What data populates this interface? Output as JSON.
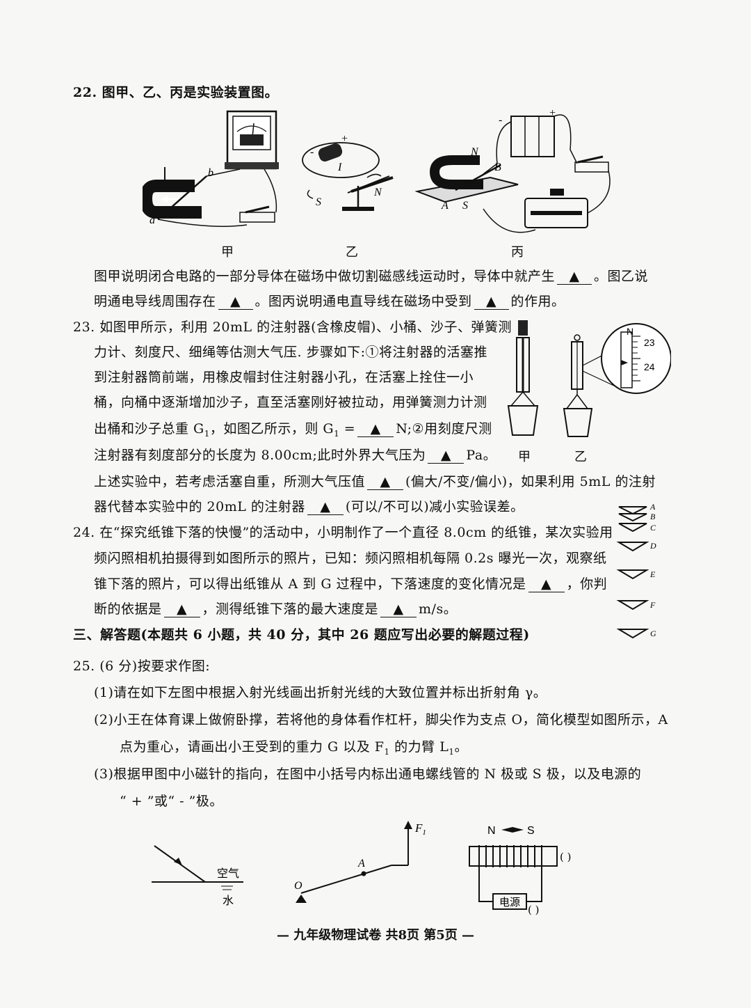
{
  "q22": {
    "title": "22. 图甲、乙、丙是实验装置图。",
    "captions": [
      "甲",
      "乙",
      "丙"
    ],
    "fig_labels": {
      "jia_b": "b",
      "jia_a": "a",
      "yi_plus": "+",
      "yi_minus": "-",
      "yi_I": "I",
      "yi_S": "S",
      "yi_N": "N",
      "bing_N": "N",
      "bing_B": "B",
      "bing_A": "A",
      "bing_S": "S",
      "bing_plus": "+",
      "bing_minus": "-"
    },
    "line1_a": "图甲说明闭合电路的一部分导体在磁场中做切割磁感线运动时，导体中就产生",
    "line1_b": "。图乙说",
    "line2_a": "明通电导线周围存在",
    "line2_b": "。图丙说明通电直导线在磁场中受到",
    "line2_c": "的作用。",
    "blank": "▲"
  },
  "q23": {
    "l1": "23. 如图甲所示，利用 20mL 的注射器(含橡皮帽)、小桶、沙子、弹簧测",
    "l2": "力计、刻度尺、细绳等估测大气压. 步骤如下:①将注射器的活塞推",
    "l3": "到注射器筒前端，用橡皮帽封住注射器小孔，在活塞上拴住一小",
    "l4": "桶，向桶中逐渐增加沙子，直至活塞刚好被拉动，用弹簧测力计测",
    "l5_a": "出桶和沙子总重 G",
    "l5_sub": "1",
    "l5_b": "，如图乙所示，则 G",
    "l5_c": " =",
    "l5_d": "N;②用刻度尺测",
    "l6_a": "注射器有刻度部分的长度为 8.00cm;此时外界大气压为",
    "l6_b": "Pa。",
    "l7_a": "上述实验中，若考虑活塞自重，所测大气压值",
    "l7_b": "(偏大/不变/偏小)，如果利用 5mL 的注射",
    "l8_a": "器代替本实验中的 20mL 的注射器",
    "l8_b": "(可以/不可以)减小实验误差。",
    "captions": [
      "甲",
      "乙"
    ],
    "scale": {
      "n": "N",
      "t1": "23",
      "t2": "24"
    }
  },
  "q24": {
    "l1": "24. 在“探究纸锥下落的快慢”的活动中，小明制作了一个直径 8.0cm 的纸锥，某次实验用",
    "l2": "频闪照相机拍摄得到如图所示的照片，已知：频闪照相机每隔 0.2s 曝光一次，观察纸",
    "l3_a": "锥下落的照片，可以得出纸锥从 A 到 G 过程中，下落速度的变化情况是",
    "l3_b": "，你判",
    "l4_a": "断的依据是",
    "l4_b": "，测得纸锥下落的最大速度是",
    "l4_c": "m/s。",
    "cone_labels": [
      "A",
      "B",
      "C",
      "D",
      "E",
      "F",
      "G"
    ]
  },
  "section3": "三、解答题(本题共 6 小题，共 40 分，其中 26 题应写出必要的解题过程)",
  "q25": {
    "title": "25. (6 分)按要求作图:",
    "p1": "(1)请在如下左图中根据入射光线画出折射光线的大致位置并标出折射角 γ。",
    "p2_a": "(2)小王在体育课上做俯卧撑，若将他的身体看作杠杆，脚尖作为支点 O，简化模型如图所示，A",
    "p2_b": "点为重心，请画出小王受到的重力 G 以及 F",
    "p2_c": " 的力臂 L",
    "p2_d": "。",
    "sub1": "1",
    "p3_a": "(3)根据甲图中小磁针的指向，在图中小括号内标出通电螺线管的 N 极或 S 极，以及电源的",
    "p3_b": "“ + ”或“ - ”极。",
    "fig1": {
      "air": "空气",
      "water": "水"
    },
    "fig2": {
      "F": "F",
      "F_sub": "1",
      "A": "A",
      "O": "O"
    },
    "fig3": {
      "N": "N",
      "S": "S",
      "source": "电源",
      "paren": "(    )"
    }
  },
  "footer": "— 九年级物理试卷   共8页   第5页 —"
}
